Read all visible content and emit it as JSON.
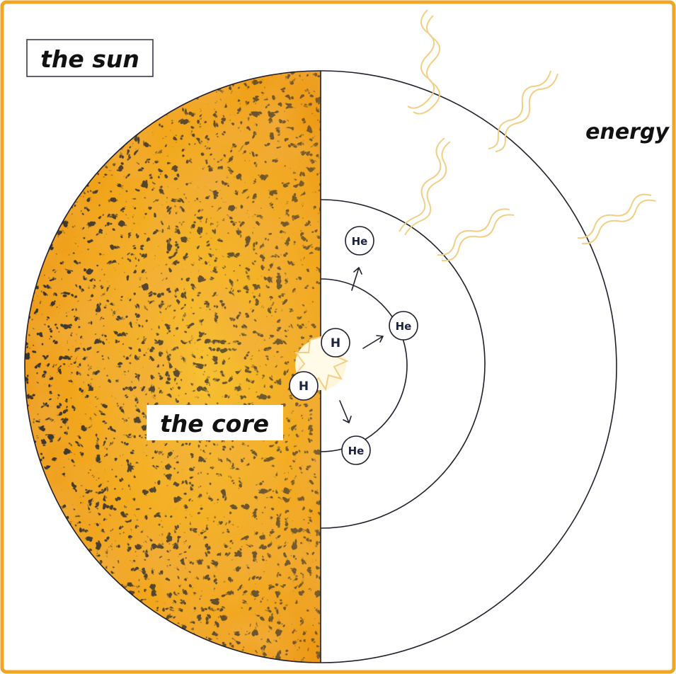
{
  "diagram": {
    "labels": {
      "sun": "the sun",
      "core": "the core",
      "energy": "energy"
    },
    "particles": {
      "h_top": "H",
      "h_bottom": "H",
      "he_top": "He",
      "he_right": "He",
      "he_bottom": "He"
    },
    "colors": {
      "frame": "#f0a623",
      "sun_base": "#f6b218",
      "sun_spots": "#0b0b0b",
      "ring_stroke": "#1f1f2e",
      "wave": "#f2cf86",
      "label_border": "#3a3a4a"
    }
  }
}
